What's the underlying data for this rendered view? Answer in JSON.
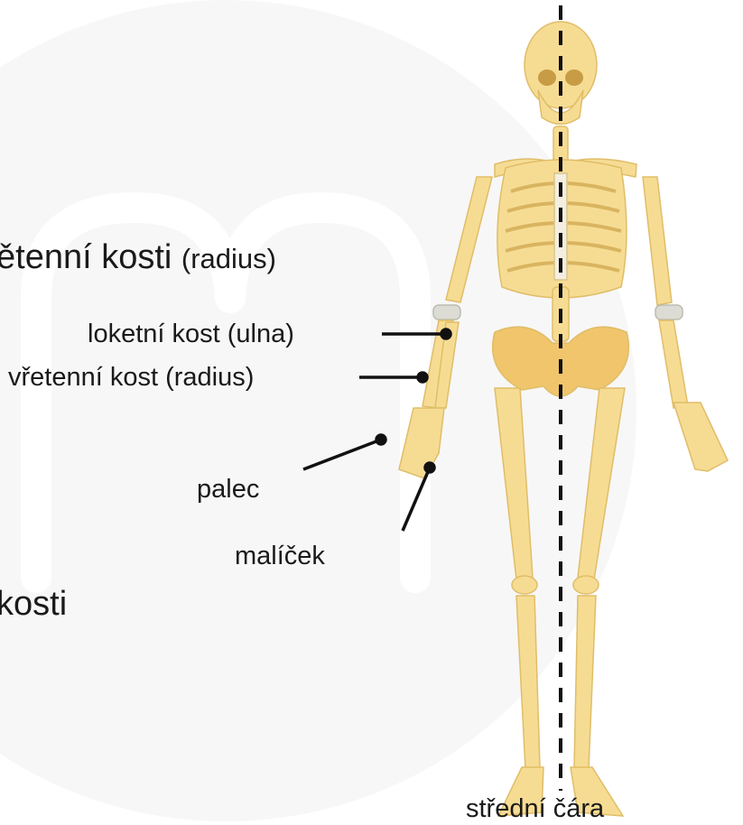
{
  "watermark": {
    "icon": "m-logo-icon",
    "color": "#f3f3f3"
  },
  "colors": {
    "bone": "#f6dc93",
    "bone_shade": "#e5c06a",
    "cartilage": "#dcdcd4",
    "pelvis": "#f0c56c",
    "line": "#111111"
  },
  "headings": {
    "radius_name": "ětenní kosti",
    "radius_latin": "(radius)",
    "bones_fragment": "kosti"
  },
  "labels": {
    "ulna": "loketní kost (ulna)",
    "radius": "vřetenní kost (radius)",
    "thumb": "palec",
    "little_finger": "malíček",
    "midline": "střední čára"
  }
}
